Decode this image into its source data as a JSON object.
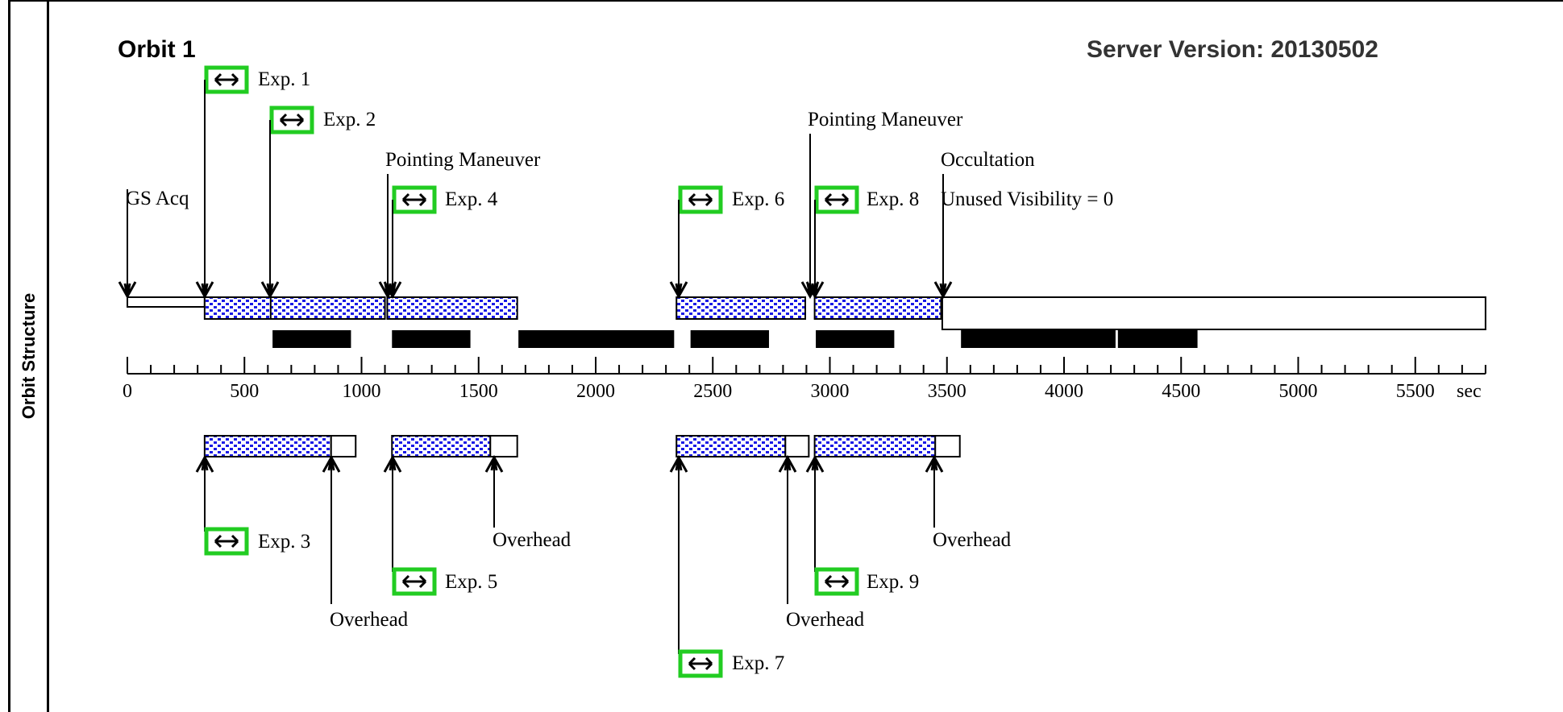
{
  "panel": {
    "side_title": "Orbit Structure"
  },
  "header": {
    "orbit_title": "Orbit 1",
    "server_version": "Server Version: 20130502"
  },
  "axis": {
    "unit": "sec",
    "ticks": [
      0,
      500,
      1000,
      1500,
      2000,
      2500,
      3000,
      3500,
      4000,
      4500,
      5000,
      5500
    ]
  },
  "colors": {
    "icon_border": "#22cc22",
    "exposure_fill": "#1a1ae6",
    "block_fill": "#000000"
  },
  "icon_name": "double-arrow-icon",
  "timeline": {
    "gs_acq": [
      0,
      330
    ],
    "occultation": [
      3480,
      5800
    ],
    "exposures_top": [
      [
        330,
        1100
      ],
      [
        1110,
        1665
      ],
      [
        2345,
        2895
      ],
      [
        2935,
        3475
      ]
    ],
    "dividers_top": [
      612
    ],
    "exposures_bottom": [
      [
        330,
        870
      ],
      [
        1130,
        1550
      ],
      [
        2345,
        2810
      ],
      [
        2935,
        3450
      ]
    ],
    "overhead_bottom": [
      [
        870,
        975
      ],
      [
        1550,
        1665
      ],
      [
        2810,
        2910
      ],
      [
        3450,
        3555
      ]
    ],
    "black_bars": [
      [
        620,
        955
      ],
      [
        1130,
        1465
      ],
      [
        1670,
        2335
      ],
      [
        2405,
        2740
      ],
      [
        2940,
        3275
      ],
      [
        3560,
        4220
      ],
      [
        4230,
        4570
      ]
    ]
  },
  "labels": {
    "gs_acq": "GS Acq",
    "exp1": "Exp. 1",
    "exp2": "Exp. 2",
    "exp3": "Exp. 3",
    "exp4": "Exp. 4",
    "exp5": "Exp. 5",
    "exp6": "Exp. 6",
    "exp7": "Exp. 7",
    "exp8": "Exp. 8",
    "exp9": "Exp. 9",
    "pointing1": "Pointing Maneuver",
    "pointing2": "Pointing Maneuver",
    "occultation": "Occultation",
    "unused": "Unused Visibility = 0",
    "overhead": "Overhead"
  }
}
